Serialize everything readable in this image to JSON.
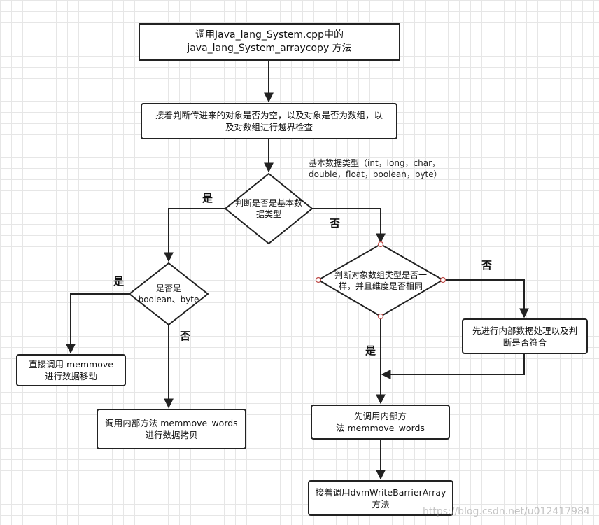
{
  "nodes": {
    "start": "调用Java_lang_System.cpp中的\njava_lang_System_arraycopy 方法",
    "check": "接着判断传进来的对象是否为空，以及对象是否为数组，以\n及对数组进行越界检查",
    "is_primitive": "判断是否是基本数\n据类型",
    "is_bool_byte": "是否是\nboolean、byte",
    "direct_memmove": "直接调用 memmove\n进行数据移动",
    "internal_words": "调用内部方法 memmove_words\n进行数据拷贝",
    "same_type": "判断对象数组类型是否一\n样，并且维度是否相同",
    "internal_process": "先进行内部数据处理以及判\n断是否符合",
    "call_words": "先调用内部方\n法 memmove_words",
    "barrier": "接着调用dvmWriteBarrierArray\n方法"
  },
  "note": "基本数据类型（int，long，char，\ndouble，float，boolean，byte）",
  "labels": {
    "yes_primitive": "是",
    "no_primitive": "否",
    "yes_bool": "是",
    "no_bool": "否",
    "no_same": "否",
    "yes_same": "是"
  },
  "watermark": "https://blog.csdn.net/u012417984",
  "colors": {
    "stroke": "#222222",
    "connector": "#c0504d",
    "grid": "#e6e6e6"
  }
}
